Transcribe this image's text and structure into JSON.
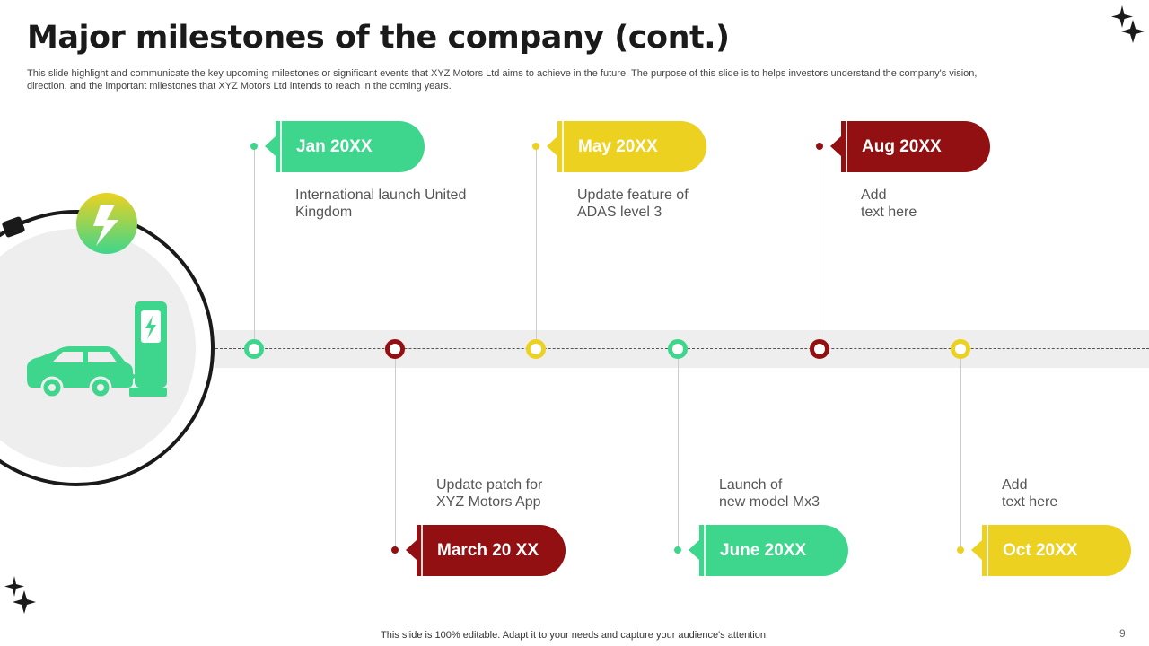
{
  "title": "Major milestones of the company (cont.)",
  "subtitle": "This slide highlight and communicate the key upcoming milestones or significant events that XYZ Motors Ltd aims to achieve in the future. The purpose of this slide is to helps investors understand the company's vision, direction, and the important milestones that XYZ Motors Ltd intends to reach in the coming years.",
  "colors": {
    "green": "#3dd68c",
    "darkred": "#920f12",
    "yellow": "#ecd120",
    "band": "#eeeeee"
  },
  "milestones": [
    {
      "date": "Jan 20XX",
      "line1": "International launch United",
      "line2": "Kingdom",
      "color": "green",
      "position": "top"
    },
    {
      "date": "March 20 XX",
      "line1": "Update patch for",
      "line2": "XYZ Motors App",
      "color": "darkred",
      "position": "bottom"
    },
    {
      "date": "May 20XX",
      "line1": "Update feature of",
      "line2": "ADAS level 3",
      "color": "yellow",
      "position": "top"
    },
    {
      "date": "June 20XX",
      "line1": "Launch of",
      "line2": "new model Mx3",
      "color": "green",
      "position": "bottom"
    },
    {
      "date": "Aug 20XX",
      "line1": "Add",
      "line2": "text here",
      "color": "darkred",
      "position": "top"
    },
    {
      "date": "Oct 20XX",
      "line1": "Add",
      "line2": "text here",
      "color": "yellow",
      "position": "bottom"
    }
  ],
  "icons": [
    "sparkle-icon",
    "lightning-icon",
    "plug-icon",
    "car-icon",
    "charging-station-icon"
  ],
  "footer": "This slide is 100% editable. Adapt it to your needs and capture your audience's attention.",
  "page_number": "9"
}
